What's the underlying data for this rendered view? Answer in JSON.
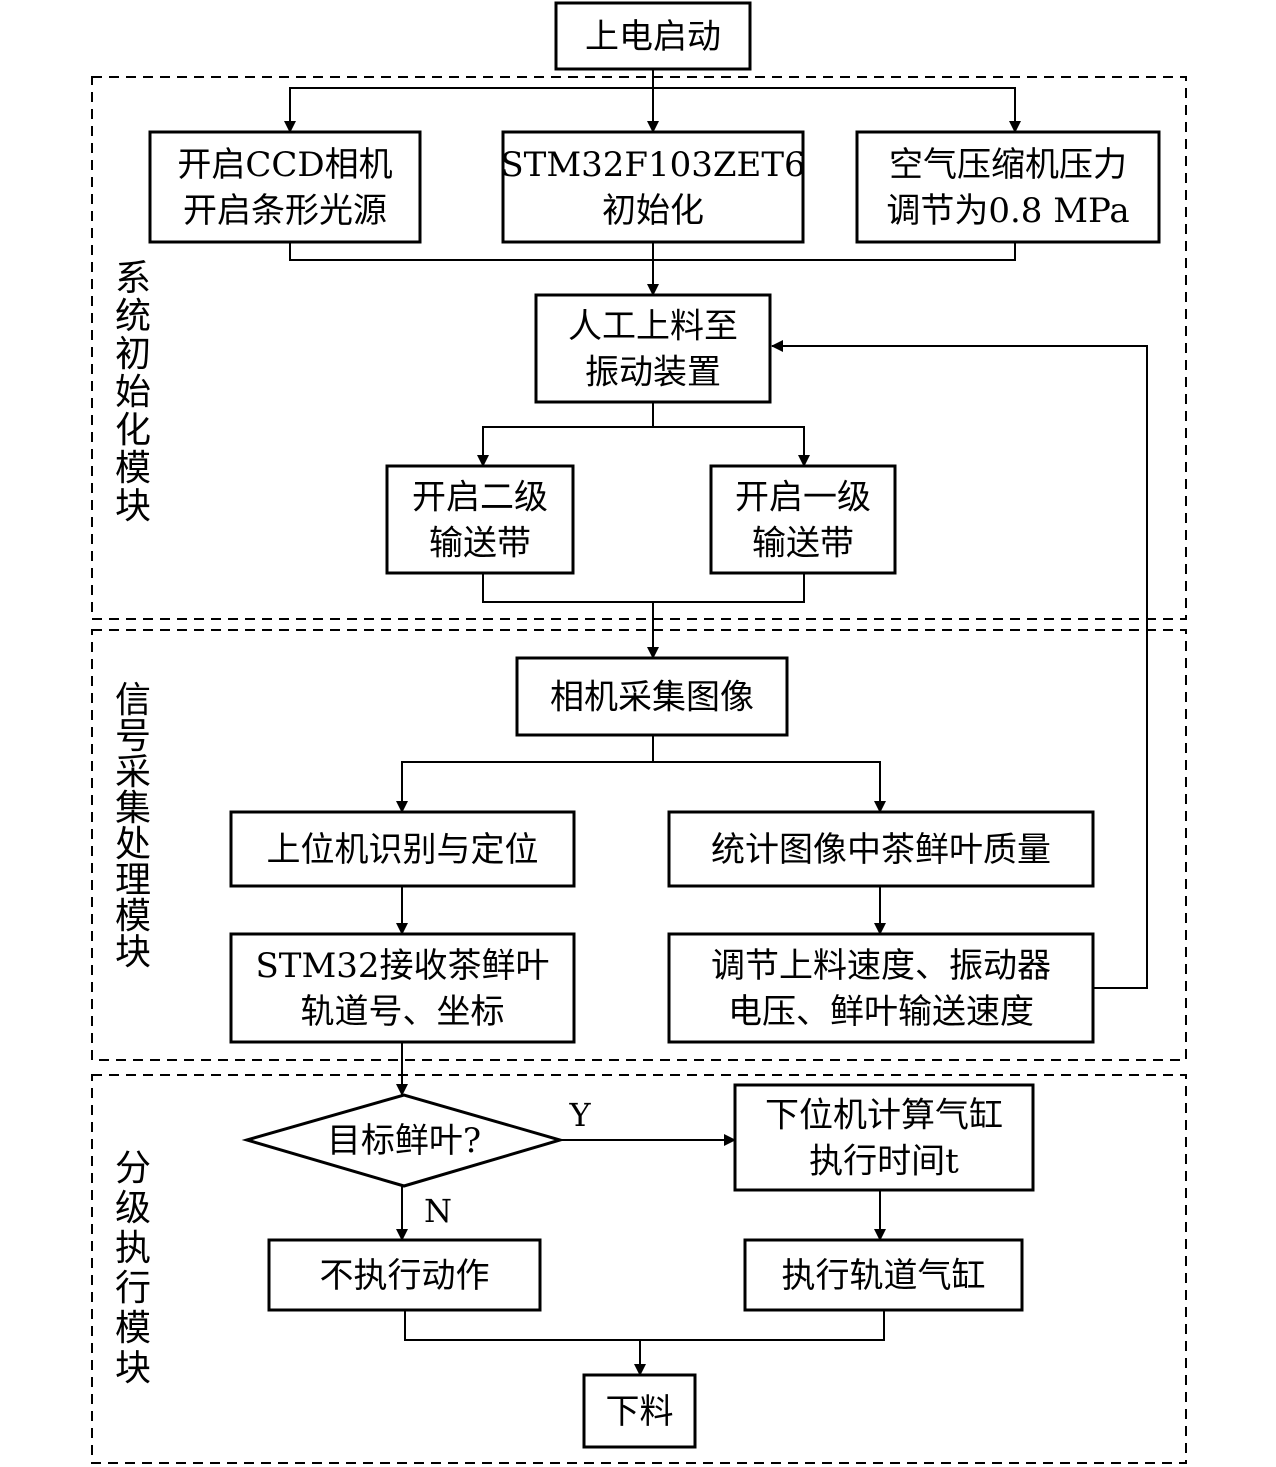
{
  "nodes": {
    "power_on": [
      "上电启动"
    ],
    "ccd": [
      "开启CCD相机",
      "开启条形光源"
    ],
    "stm_init": [
      "STM32F103ZET6",
      "初始化"
    ],
    "air": [
      "空气压缩机压力",
      "调节为0.8 MPa"
    ],
    "load": [
      "人工上料至",
      "振动装置"
    ],
    "belt2": [
      "开启二级",
      "输送带"
    ],
    "belt1": [
      "开启一级",
      "输送带"
    ],
    "capture": [
      "相机采集图像"
    ],
    "recognize": [
      "上位机识别与定位"
    ],
    "stat": [
      "统计图像中茶鲜叶质量"
    ],
    "stm_recv": [
      "STM32接收茶鲜叶",
      "轨道号、坐标"
    ],
    "adjust": [
      "调节上料速度、振动器",
      "电压、鲜叶输送速度"
    ],
    "decision": [
      "目标鲜叶?"
    ],
    "compute": [
      "下位机计算气缸",
      "执行时间t"
    ],
    "noaction": [
      "不执行动作"
    ],
    "exec_cyl": [
      "执行轨道气缸"
    ],
    "unload": [
      "下料"
    ]
  },
  "modules": {
    "init": "系统初始化模块",
    "signal": "信号采集处理模块",
    "exec": "分级执行模块"
  },
  "branch_labels": {
    "yes": "Y",
    "no": "N"
  }
}
